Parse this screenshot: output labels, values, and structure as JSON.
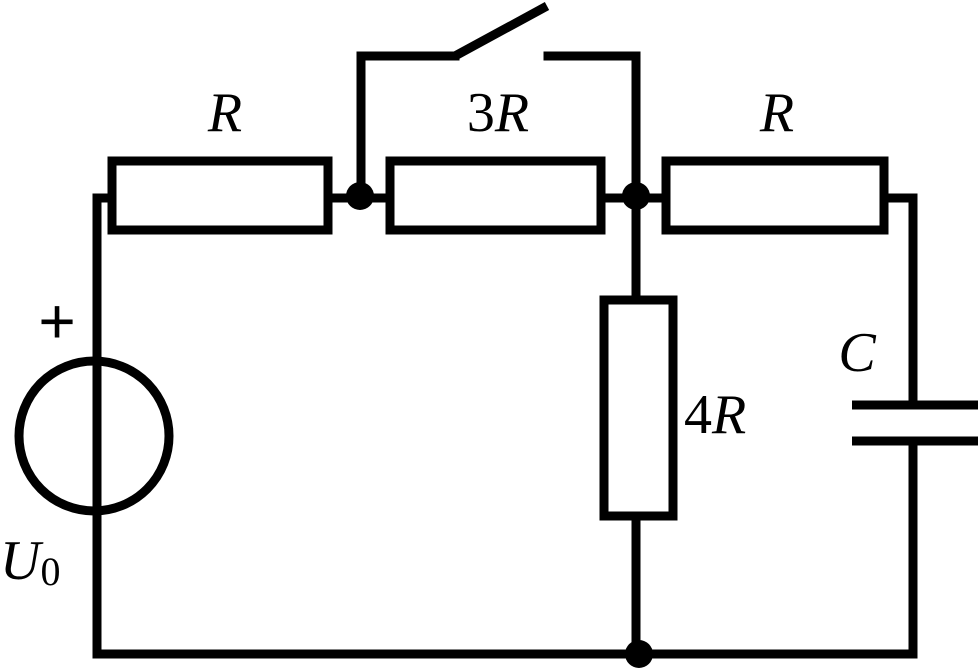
{
  "labels": {
    "r_left": "R",
    "r_middle_coef": "3",
    "r_middle_sym": "R",
    "r_right": "R",
    "r_vertical_coef": "4",
    "r_vertical_sym": "R",
    "capacitor": "C",
    "source_sym": "U",
    "source_sub": "0",
    "source_polarity": "+"
  }
}
